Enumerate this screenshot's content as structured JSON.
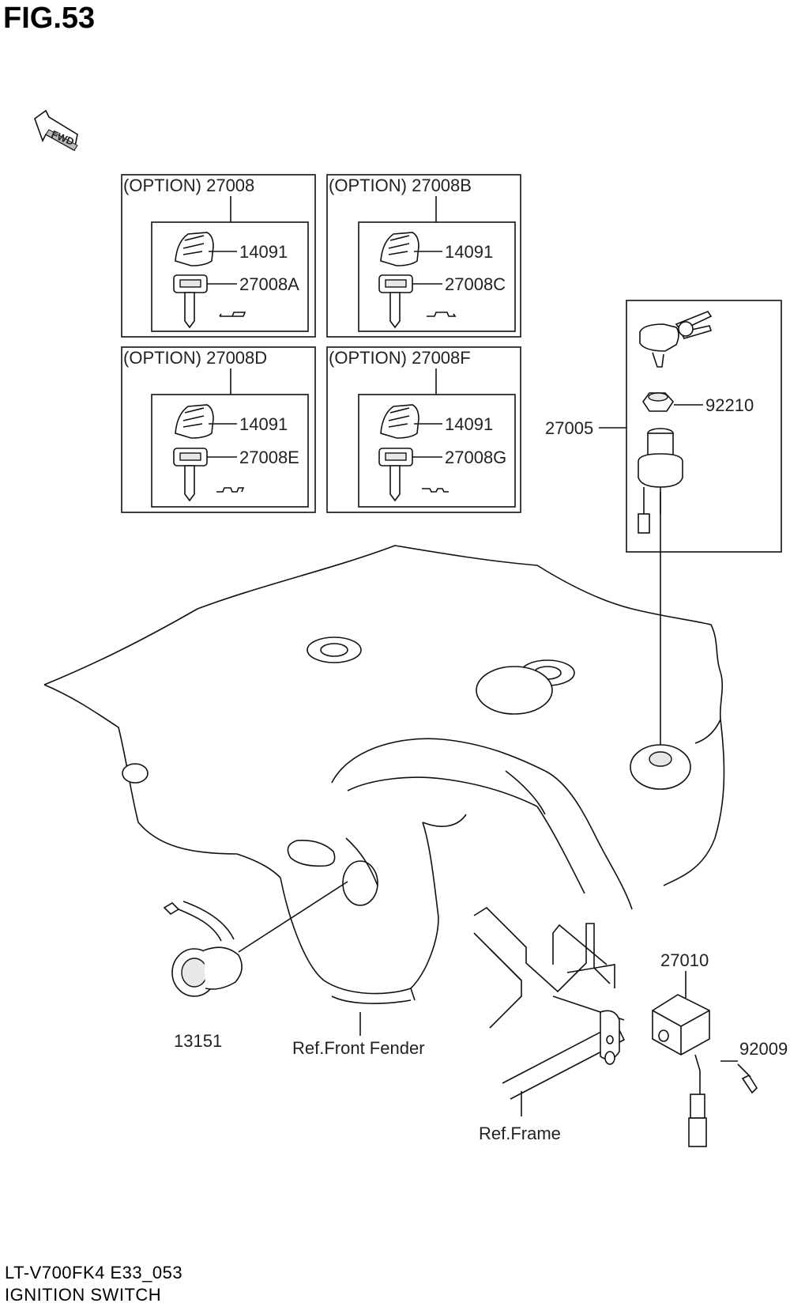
{
  "figure": {
    "title": "FIG.53",
    "fwd_label": "FWD"
  },
  "option_sets": [
    {
      "heading": "(OPTION) 27008",
      "knob": "14091",
      "key": "27008A"
    },
    {
      "heading": "(OPTION)  27008B",
      "knob": "14091",
      "key": "27008C"
    },
    {
      "heading": "(OPTION) 27008D",
      "knob": "14091",
      "key": "27008E"
    },
    {
      "heading": "(OPTION)  27008F",
      "knob": "14091",
      "key": "27008G"
    }
  ],
  "callouts": {
    "switch_assy": "27005",
    "nut": "92210",
    "harness_socket": "13151",
    "front_fender_ref": "Ref.Front Fender",
    "switch_27010": "27010",
    "screw": "92009",
    "frame_ref": "Ref.Frame"
  },
  "footer": {
    "model_code": "LT-V700FK4 E33_053",
    "section_title": "IGNITION SWITCH"
  }
}
